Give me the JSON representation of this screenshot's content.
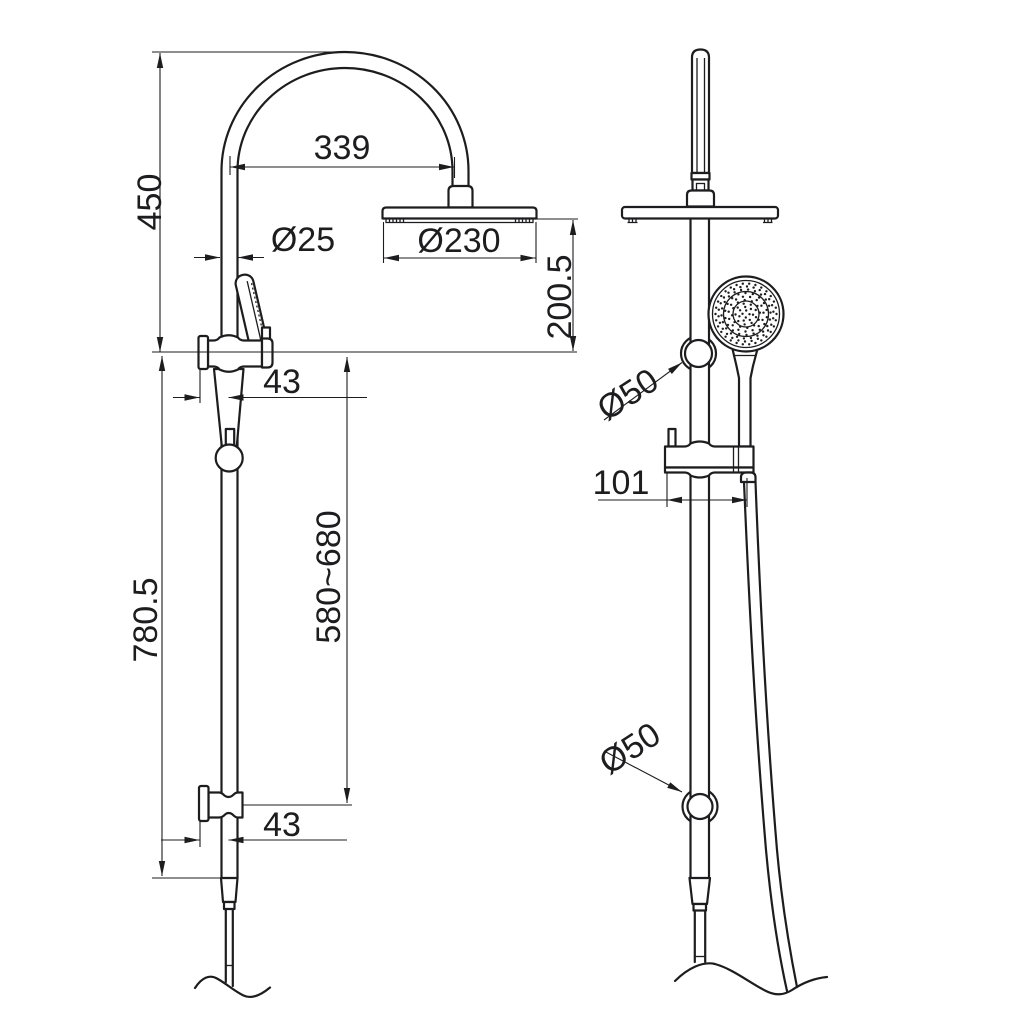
{
  "drawing": {
    "title": "shower-column-dimension-drawing",
    "line_color": "#1d1d1f",
    "background": "#ffffff",
    "views": {
      "front": "shower column front view",
      "side": "shower column side view"
    },
    "dims": {
      "overhead_height": "450",
      "arm_projection": "339",
      "riser_diameter": "Ø25",
      "head_diameter": "Ø230",
      "head_to_bracket": "200.5",
      "top_bracket_offset": "43",
      "rail_length": "780.5",
      "slider_range": "580~680",
      "bottom_bracket_offset": "43",
      "top_holder_diameter": "Ø50",
      "holder_depth": "101",
      "bottom_holder_diameter": "Ø50"
    }
  }
}
